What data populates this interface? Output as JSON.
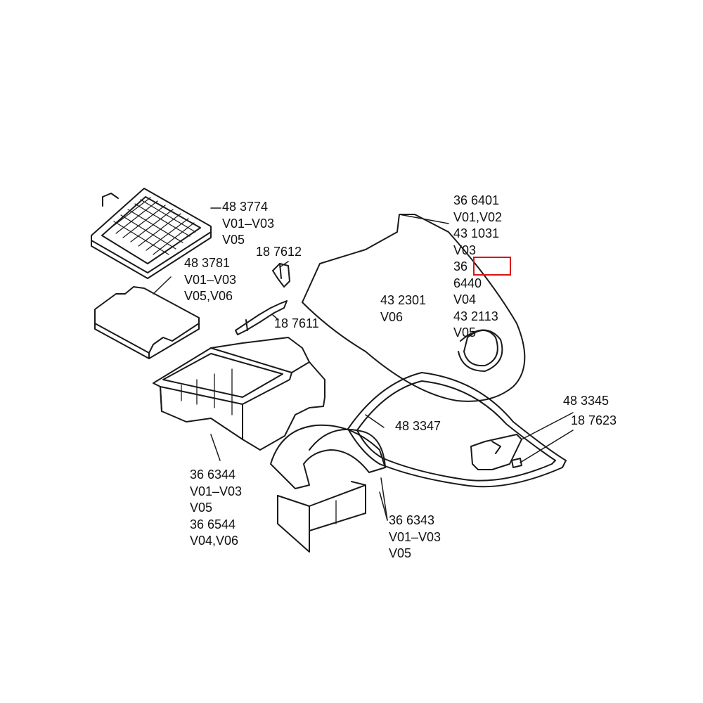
{
  "labels": {
    "filter_top": {
      "part": "48 3774",
      "variants": [
        "V01–V03",
        "V05"
      ]
    },
    "filter_pad": {
      "part": "48 3781",
      "variants": [
        "V01–V03",
        "V05,V06"
      ]
    },
    "clip_upper": {
      "part": "18 7612"
    },
    "clip_lower": {
      "part": "18 7611"
    },
    "housing_box": {
      "part": "36 6344",
      "variants": [
        "V01–V03",
        "V05"
      ],
      "alt_part": "36 6544",
      "alt_variants": [
        "V04,V06"
      ]
    },
    "motor_cover": {
      "part": "36 6343",
      "variants": [
        "V01–V03",
        "V05"
      ]
    },
    "cover_center": {
      "part": "43 2301",
      "variants": [
        "V06"
      ]
    },
    "cover_list": {
      "row1": "36 6401",
      "row2": "V01,V02",
      "row3": "43 1031",
      "row4": "V03",
      "row5_prefix": "36",
      "row5_highlight": "6440",
      "row6": "V04",
      "row7": "43 2113",
      "row8": "V05"
    },
    "hose": {
      "part": "48 3347"
    },
    "latch": {
      "part": "48 3345"
    },
    "button": {
      "part": "18 7623"
    }
  },
  "colors": {
    "line": "#1a1a1a",
    "highlight": "#dd1111"
  }
}
